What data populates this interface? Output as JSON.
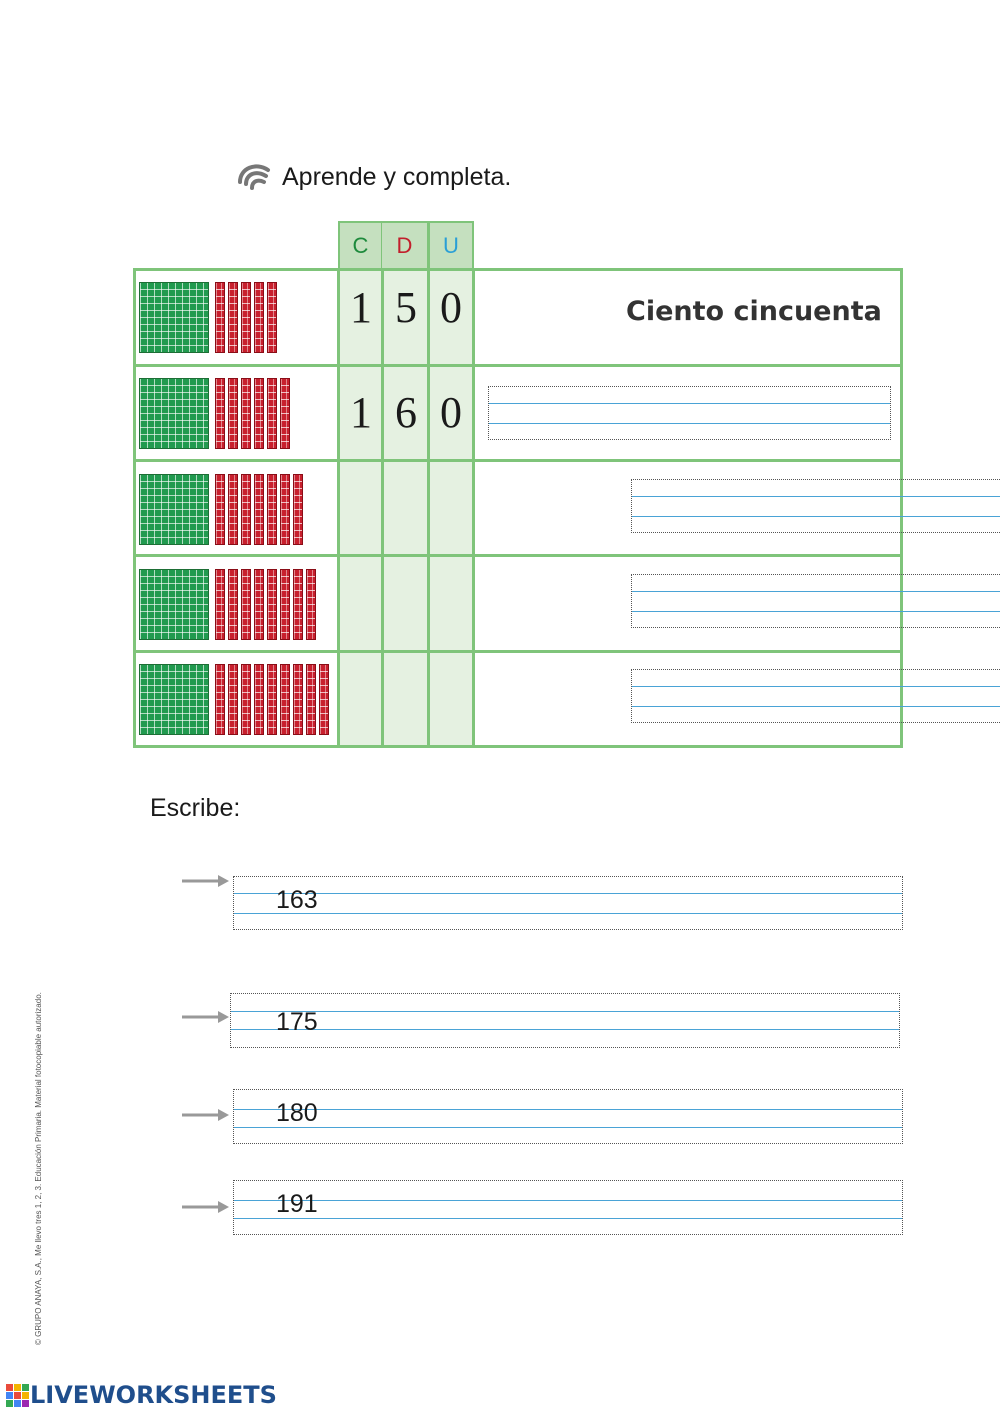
{
  "header": {
    "instruction": "Aprende y completa.",
    "icon": "ear-listen-icon"
  },
  "table": {
    "columns": [
      {
        "label": "C",
        "color": "#1e8a3c"
      },
      {
        "label": "D",
        "color": "#c21f2c"
      },
      {
        "label": "U",
        "color": "#2a9fd6"
      }
    ],
    "rows": [
      {
        "hundreds": 1,
        "tens": 5,
        "digits": [
          "1",
          "5",
          "0"
        ],
        "written": "Ciento cincuenta"
      },
      {
        "hundreds": 1,
        "tens": 6,
        "digits": [
          "1",
          "6",
          "0"
        ],
        "written": ""
      },
      {
        "hundreds": 1,
        "tens": 7,
        "digits": [
          "",
          "",
          ""
        ],
        "written": ""
      },
      {
        "hundreds": 1,
        "tens": 8,
        "digits": [
          "",
          "",
          ""
        ],
        "written": ""
      },
      {
        "hundreds": 1,
        "tens": 9,
        "digits": [
          "",
          "",
          ""
        ],
        "written": ""
      }
    ]
  },
  "exercise": {
    "title": "Escribe:",
    "items": [
      "163",
      "175",
      "180",
      "191"
    ]
  },
  "footer": {
    "copyright": "© GRUPO ANAYA, S.A., Me llevo tres 1, 2, 3. Educación Primaria. Material fotocopiable autorizado.",
    "brand": "LIVEWORKSHEETS"
  },
  "colors": {
    "table_border": "#7fc47a",
    "hundred_block": "#219a4f",
    "ten_bar": "#c8202e",
    "guide_line": "#4aa3d6",
    "brand": "#1f4e8c"
  }
}
